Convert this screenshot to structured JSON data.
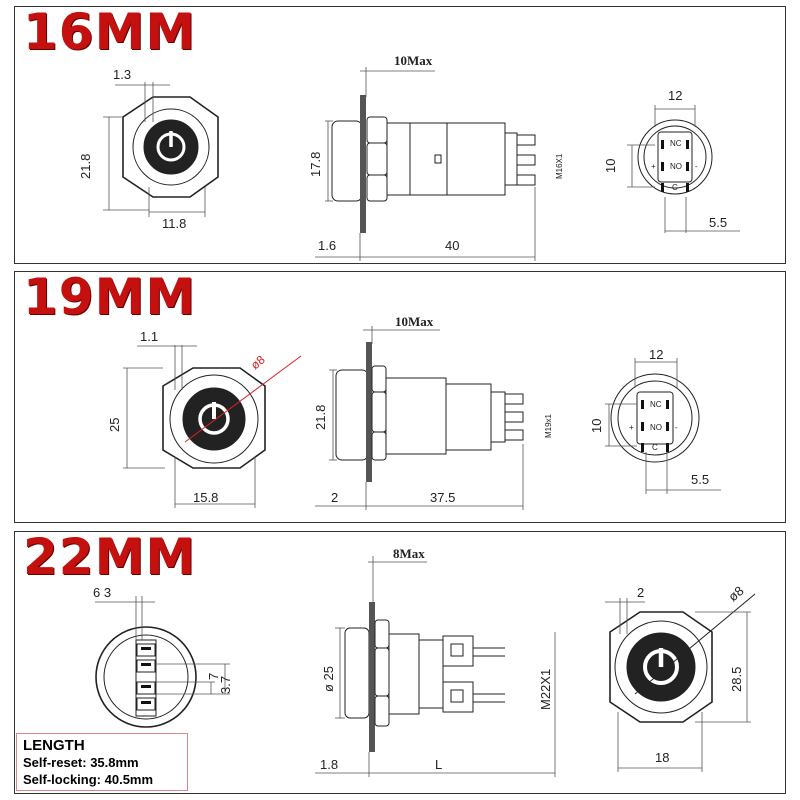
{
  "panels": [
    {
      "title": "16MM",
      "front": {
        "top": "1.3",
        "height": "21.8",
        "width": "11.8"
      },
      "side": {
        "max": "10Max",
        "height": "17.8",
        "flange": "1.6",
        "length": "40",
        "thread": "M16X1"
      },
      "pins": {
        "width": "12",
        "height": "10",
        "pitch": "5.5",
        "nc": "NC",
        "no": "NO",
        "c": "C",
        "plus": "+",
        "minus": "-"
      }
    },
    {
      "title": "19MM",
      "front": {
        "top": "1.1",
        "height": "25",
        "width": "15.8",
        "dia": "ø8"
      },
      "side": {
        "max": "10Max",
        "height": "21.8",
        "flange": "2",
        "length": "37.5",
        "thread": "M19x1"
      },
      "pins": {
        "width": "12",
        "height": "10",
        "pitch": "5.5",
        "nc": "NC",
        "no": "NO",
        "c": "C",
        "plus": "+",
        "minus": "-"
      }
    },
    {
      "title": "22MM",
      "back": {
        "top": "6 3",
        "h1": "7",
        "h2": "3.7"
      },
      "side": {
        "max": "8Max",
        "dia": "ø 25",
        "flange": "1.8",
        "length": "L",
        "thread": "M22X1"
      },
      "front": {
        "top": "2",
        "dia": "ø8",
        "height": "28.5",
        "width": "18"
      }
    }
  ],
  "length_note": {
    "title": "LENGTH",
    "self_reset": "Self-reset: 35.8mm",
    "self_locking": "Self-locking: 40.5mm"
  }
}
